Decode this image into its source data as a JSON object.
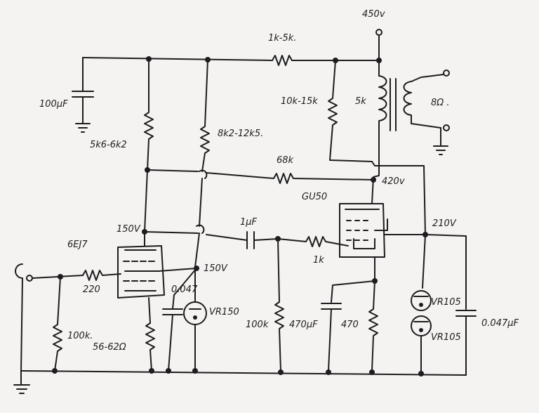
{
  "labels": {
    "v450": "450v",
    "r_1k_5k": "1k-5k.",
    "c_100uf": "100µF",
    "r_5k6_6k2": "5k6-6k2",
    "r_8k2_12k5": "8k2-12k5.",
    "r_10k_15k": "10k-15k",
    "t_5k": "5k",
    "t_8ohm": "8Ω .",
    "r_68k": "68k",
    "tube_gu50": "GU50",
    "v420": "420v",
    "v150_top": "150V",
    "tube_6ej7": "6EJ7",
    "c_1uf": "1µF",
    "v210": "210V",
    "r_220": "220",
    "v150_screen": "150V",
    "r_1k": "1k",
    "c_0047_left": "0.047",
    "vr150": "VR150",
    "r_100k_left": "100k.",
    "r_100k_mid": "100k",
    "c_470uf": "470µF",
    "r_470": "470",
    "vr105_top": "VR105",
    "vr105_bottom": "VR105",
    "c_0047_right": "0.047µF",
    "r_56_62": "56-62Ω"
  }
}
